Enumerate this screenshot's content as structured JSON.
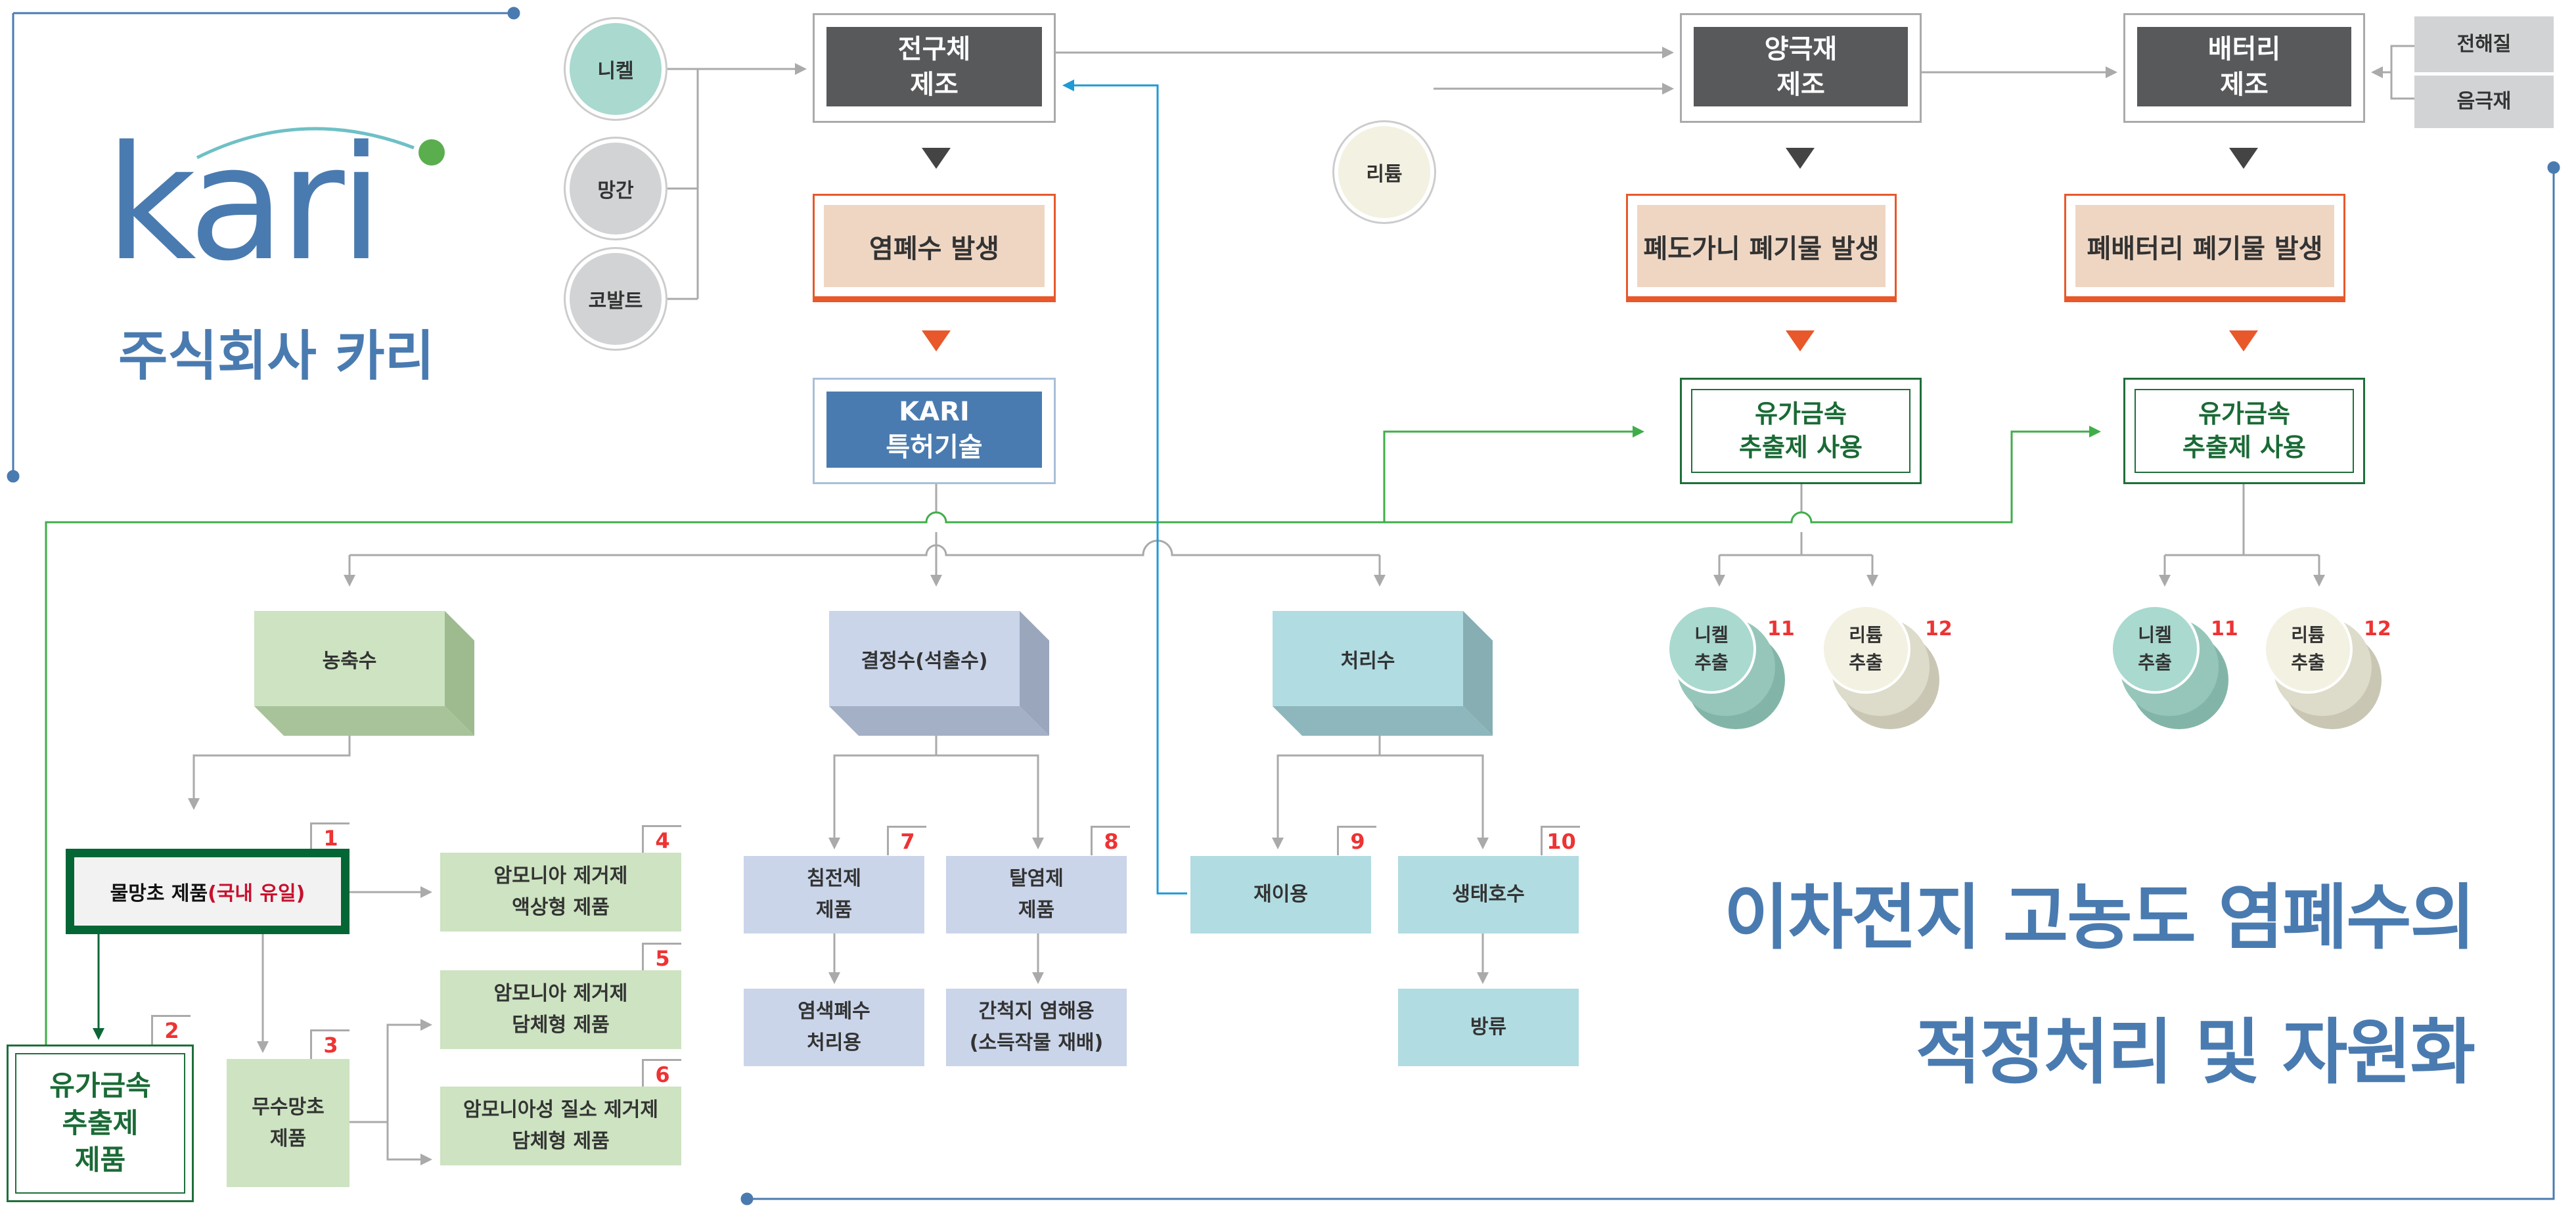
{
  "logo": {
    "wordmark": "kari",
    "company": "주식회사 카리"
  },
  "title": {
    "line1": "이차전지 고농도 염폐수의",
    "line2": "적정처리 및 자원화"
  },
  "inputs": {
    "nickel": "니켈",
    "manganese": "망간",
    "cobalt": "코발트",
    "lithium": "리튬",
    "electrolyte": "전해질",
    "anode": "음극재"
  },
  "process": {
    "precursor": "전구체\n제조",
    "cathode": "양극재\n제조",
    "battery": "배터리\n제조"
  },
  "waste": {
    "salt": "염폐수 발생",
    "crucible": "폐도가니 폐기물 발생",
    "battery": "폐배터리 폐기물 발생"
  },
  "kari_tech": "KARI\n특허기술",
  "extract_use": "유가금속\n추출제 사용",
  "streams": {
    "concentrate": "농축수",
    "crystal": "결정수(석출수)",
    "treated": "처리수"
  },
  "extraction": {
    "nickel": "니켈\n추출",
    "lithium": "리튬\n추출",
    "n11": "11",
    "n12": "12"
  },
  "products": [
    {
      "num": "1",
      "label": "물망초 제품",
      "highlight": "(국내 유일)"
    },
    {
      "num": "2",
      "label": "유가금속\n추출제\n제품"
    },
    {
      "num": "3",
      "label": "무수망초\n제품"
    },
    {
      "num": "4",
      "label": "암모니아 제거제\n액상형 제품"
    },
    {
      "num": "5",
      "label": "암모니아 제거제\n담체형 제품"
    },
    {
      "num": "6",
      "label": "암모니아성 질소 제거제\n담체형 제품"
    },
    {
      "num": "7",
      "label": "침전제\n제품"
    },
    {
      "num": "8",
      "label": "탈염제\n제품"
    },
    {
      "num": "9",
      "label": "재이용"
    },
    {
      "num": "10",
      "label": "생태호수"
    }
  ],
  "uses": {
    "dye": "염색폐수\n처리용",
    "reclaim": "간척지 염해용\n(소득작물 재배)",
    "discharge": "방류"
  },
  "colors": {
    "blue": "#4a7bb0",
    "green": "#3fae49",
    "orange": "#e8582a",
    "dark": "#58595b"
  }
}
